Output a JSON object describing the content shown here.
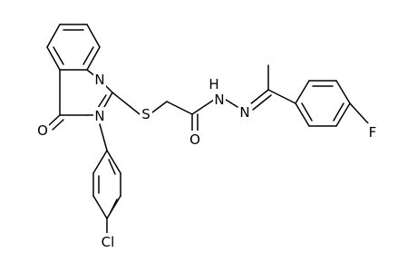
{
  "molecule": {
    "labels": {
      "n_ring_upper": "N",
      "n_ring_lower": "N",
      "o_ketone": "O",
      "s_thioether": "S",
      "o_amide": "O",
      "nh": "H",
      "n_amide": "N",
      "n_imine": "N",
      "f": "F",
      "cl": "Cl"
    }
  }
}
